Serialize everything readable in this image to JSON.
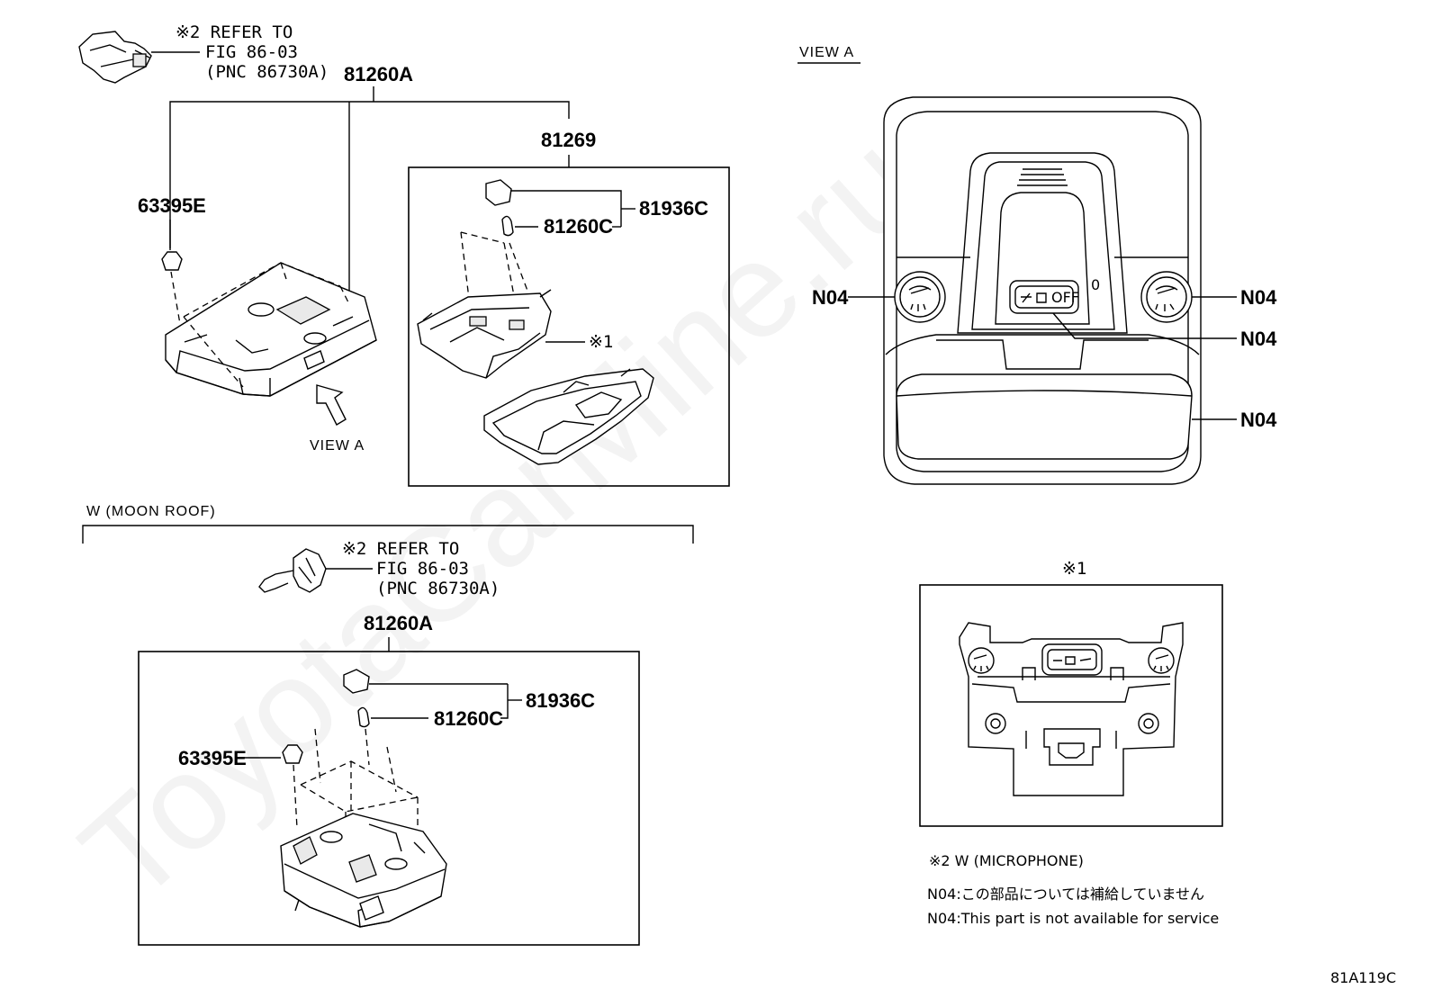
{
  "refer_upper": {
    "line1": "※2 REFER TO",
    "line2": "FIG 86-03",
    "line3": "(PNC 86730A)"
  },
  "refer_lower": {
    "line1": "※2 REFER TO",
    "line2": "FIG 86-03",
    "line3": "(PNC 86730A)"
  },
  "parts": {
    "p81260A_top": "81260A",
    "p81269": "81269",
    "p63395E_top": "63395E",
    "p81936C_top": "81936C",
    "p81260C_top": "81260C",
    "mark1_top": "※1",
    "p81260A_bottom": "81260A",
    "p81936C_bottom": "81936C",
    "p81260C_bottom": "81260C",
    "p63395E_bottom": "63395E"
  },
  "view_a_arrow_label": "VIEW A",
  "view_a_title": "VIEW A",
  "view_a_callouts": [
    "N04",
    "N04",
    "N04",
    "N04"
  ],
  "switch_text": {
    "off": "OFF",
    "zero": "0"
  },
  "moon_roof_label": "W (MOON ROOF)",
  "detail1_title": "※1",
  "notes": {
    "microphone": "※2 W (MICROPHONE)",
    "jp": "N04:この部品については補給していません",
    "en": "N04:This part is not available for service"
  },
  "figure_code": "81A119C",
  "watermark": "ToyotaCarMine.ru"
}
